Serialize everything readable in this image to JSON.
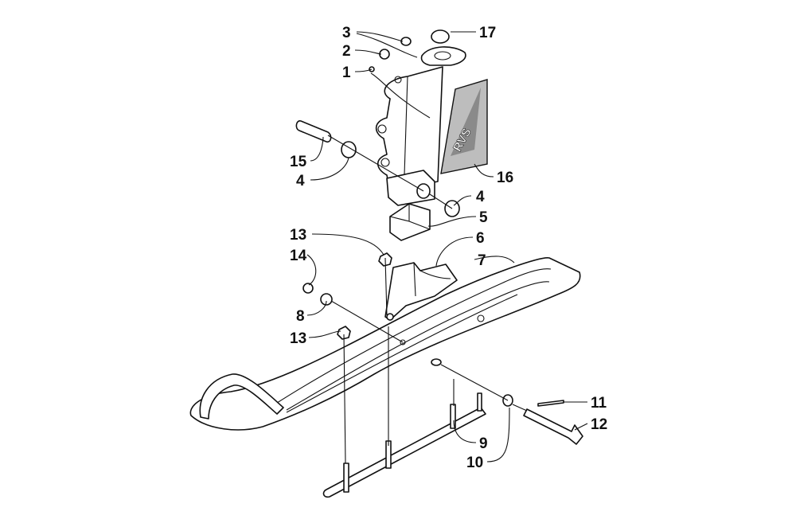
{
  "diagram": {
    "callouts": [
      {
        "id": "c1",
        "label": "1"
      },
      {
        "id": "c2",
        "label": "2"
      },
      {
        "id": "c3",
        "label": "3"
      },
      {
        "id": "c4a",
        "label": "4"
      },
      {
        "id": "c4b",
        "label": "4"
      },
      {
        "id": "c5",
        "label": "5"
      },
      {
        "id": "c6",
        "label": "6"
      },
      {
        "id": "c7",
        "label": "7"
      },
      {
        "id": "c8",
        "label": "8"
      },
      {
        "id": "c9",
        "label": "9"
      },
      {
        "id": "c10",
        "label": "10"
      },
      {
        "id": "c11",
        "label": "11"
      },
      {
        "id": "c12",
        "label": "12"
      },
      {
        "id": "c13a",
        "label": "13"
      },
      {
        "id": "c13b",
        "label": "13"
      },
      {
        "id": "c14",
        "label": "14"
      },
      {
        "id": "c15",
        "label": "15"
      },
      {
        "id": "c16",
        "label": "16"
      },
      {
        "id": "c17",
        "label": "17"
      }
    ],
    "decal_text": "RVS",
    "colors": {
      "line": "#111111",
      "decal_shade": "#bdbdbd",
      "background": "#ffffff"
    }
  }
}
